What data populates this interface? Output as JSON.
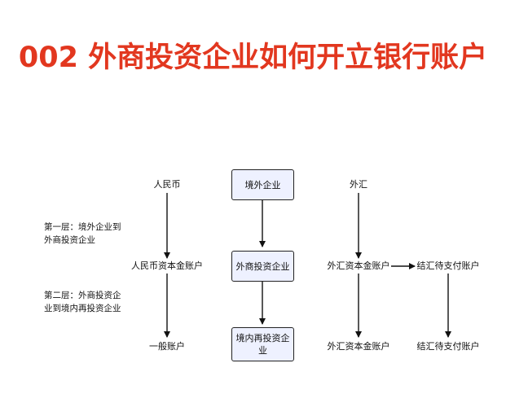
{
  "title": "002 外商投资企业如何开立银行账户",
  "colors": {
    "title": "#e2371f",
    "box_fill": "#eef1ff",
    "line": "#111111"
  },
  "notes": {
    "layer1": "第一层：境外企业到外商投资企业",
    "layer2": "第二层：外商投资企业到境内再投资企业"
  },
  "nodes": {
    "rmb": "人民币",
    "rmb_capital": "人民币资本金账户",
    "general": "一般账户",
    "overseas": "境外企业",
    "fie": "外商投资企业",
    "domestic_reinvest": "境内再投资企业",
    "fx": "外汇",
    "fx_capital_1": "外汇资本金账户",
    "fx_capital_2": "外汇资本金账户",
    "settle_pending_1": "结汇待支付账户",
    "settle_pending_2": "结汇待支付账户"
  }
}
